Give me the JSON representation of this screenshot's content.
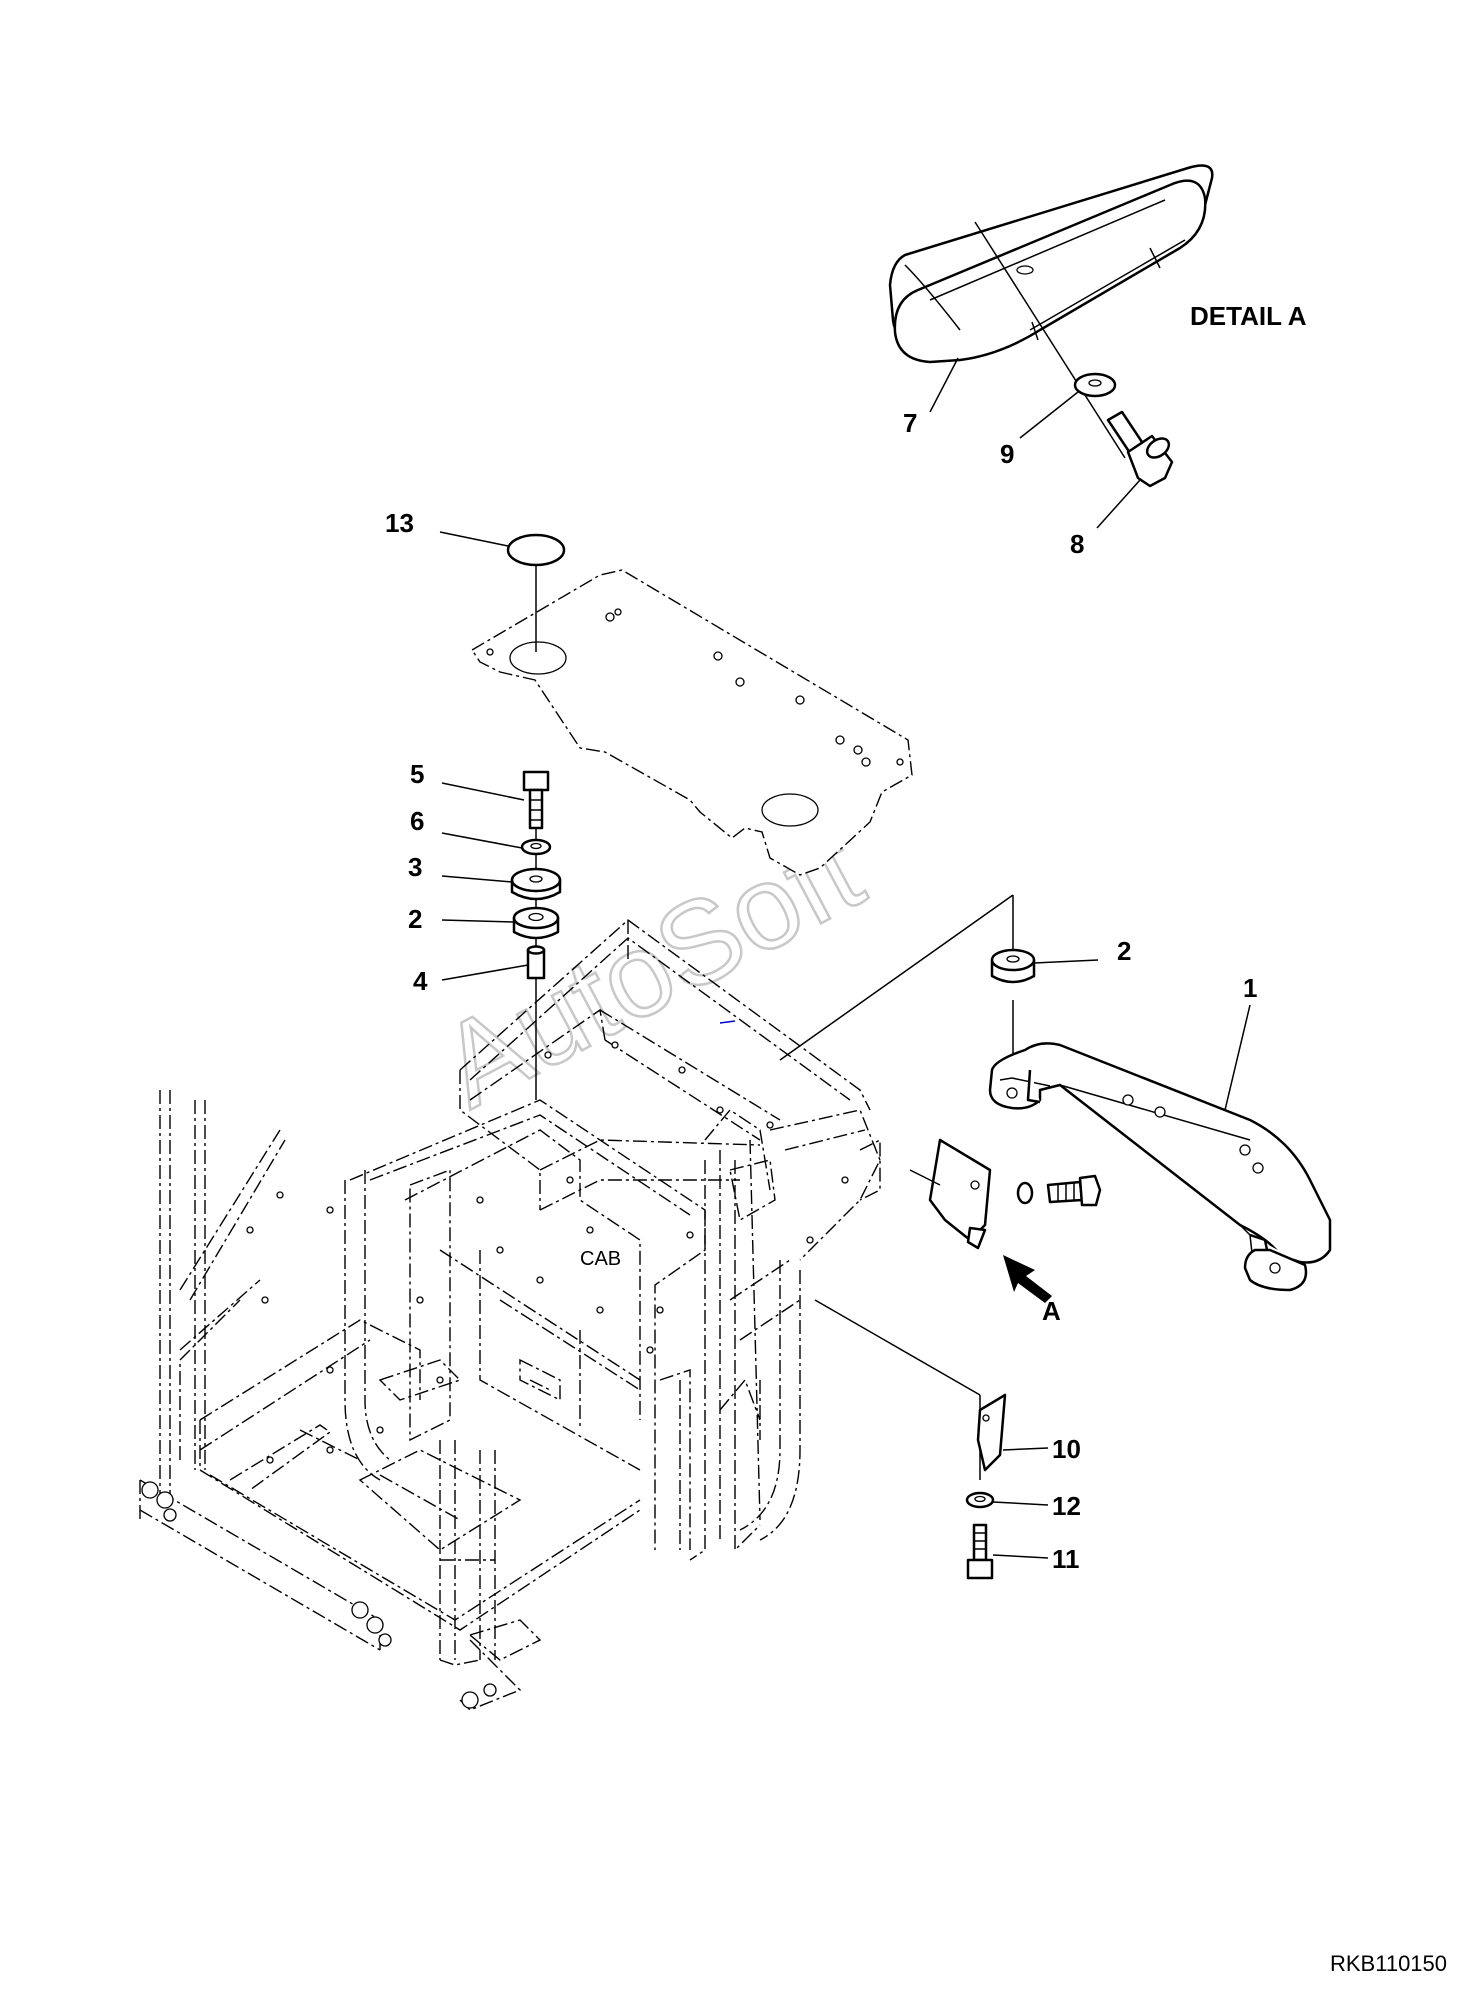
{
  "detail_title": "DETAIL A",
  "view_arrow_label": "A",
  "cab_label": "CAB",
  "drawing_code": "RKB110150",
  "watermark": "AutoSoft",
  "callouts": {
    "c1": "1",
    "c2a": "2",
    "c2b": "2",
    "c3": "3",
    "c4": "4",
    "c5": "5",
    "c6": "6",
    "c7": "7",
    "c8": "8",
    "c9": "9",
    "c10": "10",
    "c11": "11",
    "c12": "12",
    "c13": "13"
  }
}
